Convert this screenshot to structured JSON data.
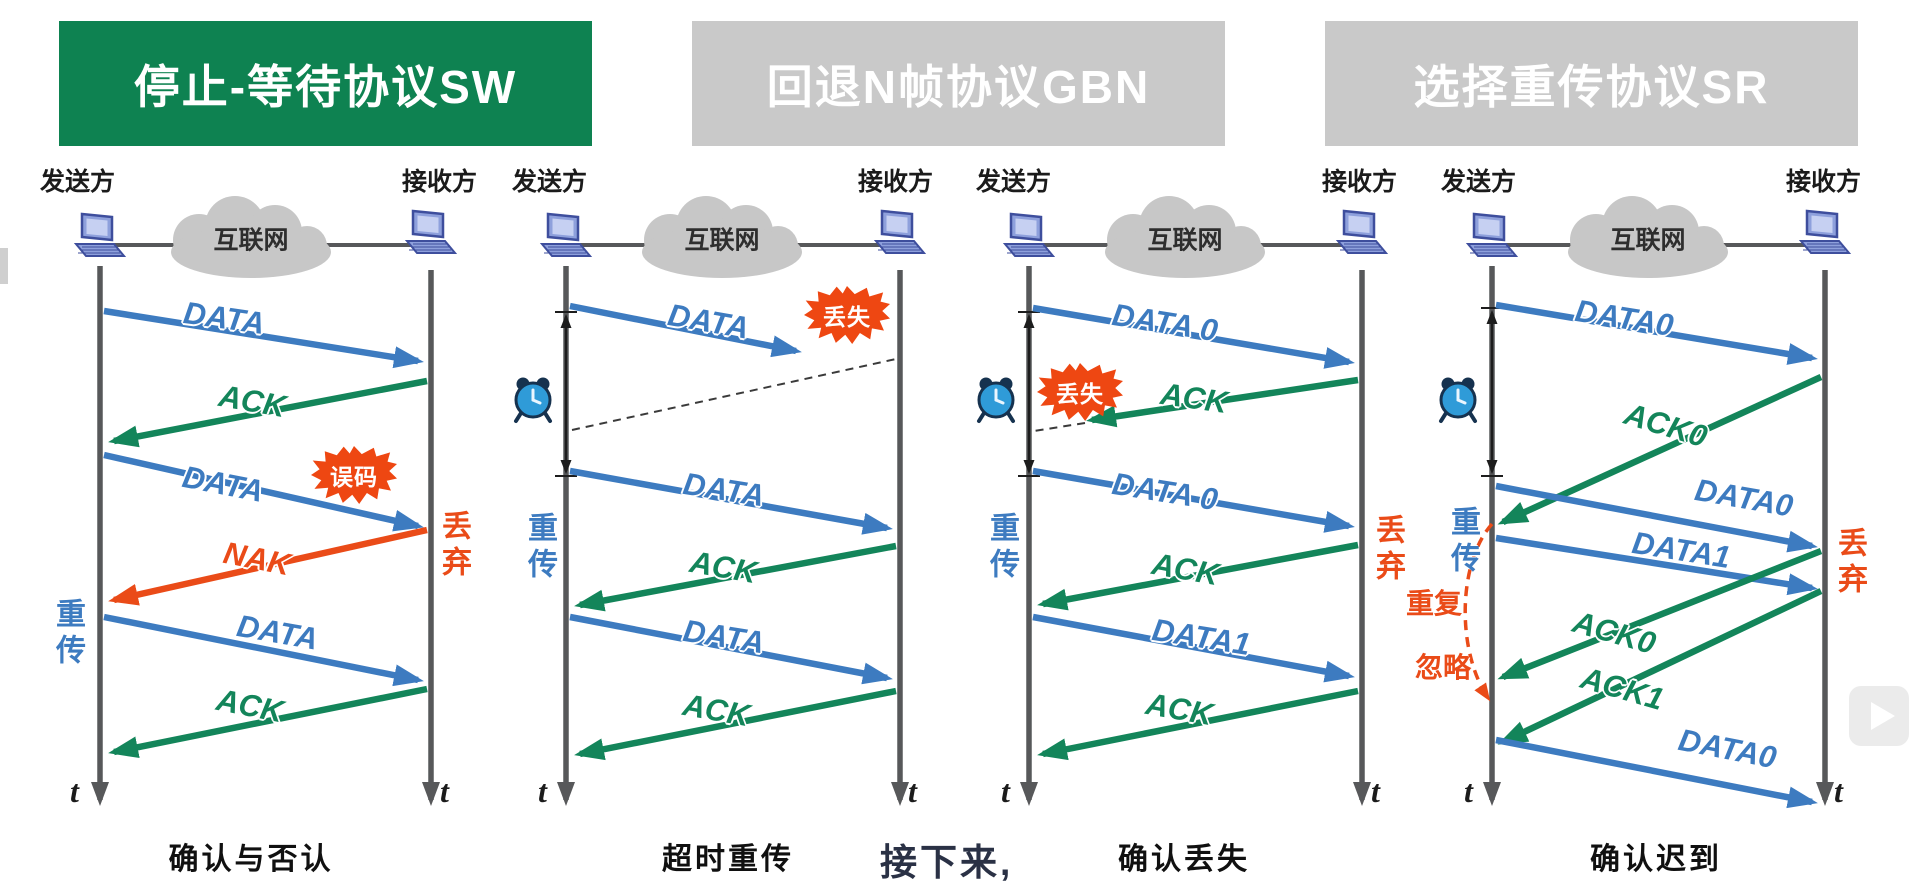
{
  "headers": [
    {
      "label": "停止-等待协议SW"
    },
    {
      "label": "回退N帧协议GBN"
    },
    {
      "label": "选择重传协议SR"
    }
  ],
  "common": {
    "sender": "发送方",
    "receiver": "接收方",
    "internet": "互联网",
    "time_axis": "t"
  },
  "panels": [
    {
      "caption": "确认与否认",
      "labels": {
        "data1": "DATA",
        "ack1": "ACK",
        "data2": "DATA",
        "error_badge": "误码",
        "discard": "丢弃",
        "nak": "NAK",
        "retransmit": "重传",
        "data3": "DATA",
        "ack2": "ACK"
      }
    },
    {
      "caption": "超时重传",
      "labels": {
        "data1": "DATA",
        "lost_badge": "丢失",
        "retransmit": "重传",
        "data2": "DATA",
        "ack1": "ACK",
        "data3": "DATA",
        "ack2": "ACK"
      }
    },
    {
      "caption": "确认丢失",
      "labels": {
        "data1": "DATA 0",
        "ack1": "ACK",
        "lost_badge": "丢失",
        "retransmit": "重传",
        "data2": "DATA 0",
        "discard": "丢弃",
        "ack2": "ACK",
        "data3": "DATA1",
        "ack3": "ACK"
      }
    },
    {
      "caption": "确认迟到",
      "labels": {
        "data1": "DATA0",
        "ack1": "ACK0",
        "retransmit": "重传",
        "data2": "DATA0",
        "data3": "DATA1",
        "discard": "丢弃",
        "ack2": "ACK0",
        "ack3": "ACK1",
        "duplicate": "重复",
        "ignore": "忽略",
        "data4": "DATA0"
      }
    }
  ],
  "subtitle": "接下来,",
  "colors": {
    "header_green": "#0e8251",
    "header_gray": "#c9c9c9",
    "data_blue": "#3d7bc0",
    "ack_green": "#13855a",
    "alert_red": "#ea4b18",
    "timeline_gray": "#57585a"
  }
}
